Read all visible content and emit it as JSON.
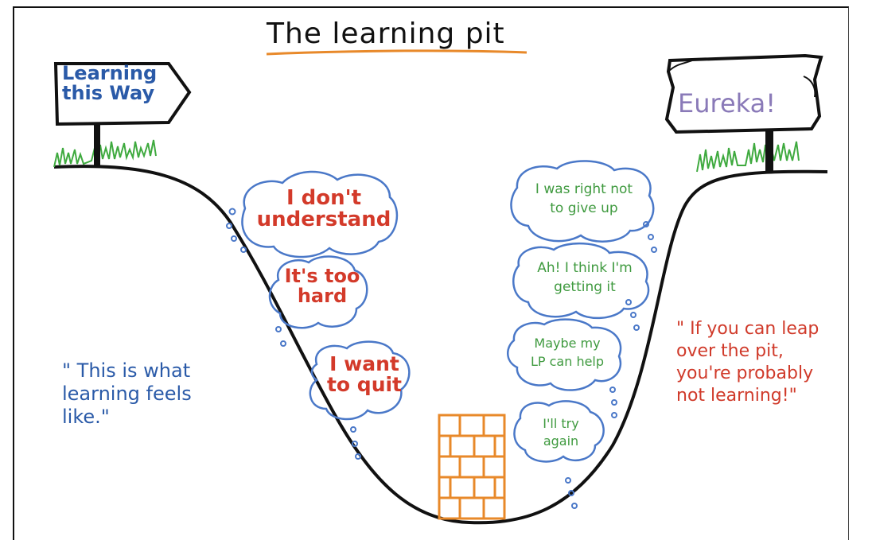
{
  "title": "The learning pit",
  "signs": {
    "left": "Learning\nthis Way",
    "right": "Eureka!"
  },
  "quotes": {
    "left": "\" This is what\nlearning feels\nlike.\"",
    "right": "\" If you can leap\nover the pit,\nyou're probably\nnot learning!\""
  },
  "thoughts_red": [
    "I don't\nunderstand",
    "It's too\nhard",
    "I want\nto quit"
  ],
  "thoughts_green": [
    "I was right not\nto give up",
    "Ah! I think I'm\ngetting it",
    "Maybe my\nLP can help",
    "I'll try\nagain"
  ],
  "colors": {
    "outline": "#111111",
    "grass": "#3faa3f",
    "cloud": "#4a78c8",
    "red_text": "#d33a2a",
    "green_text": "#3f9a3f",
    "blue_text": "#2a5aa8",
    "brick": "#e8892a",
    "underline": "#e8892a",
    "eureka": "#8a7ab8"
  }
}
